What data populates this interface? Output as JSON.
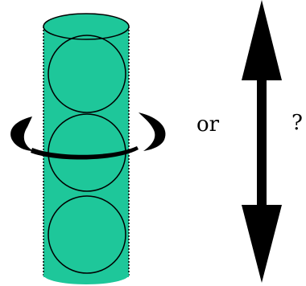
{
  "diagram": {
    "connector_text": "or",
    "question_mark": "?",
    "colors": {
      "cylinder_fill": "#1ec79a",
      "outline": "#000000",
      "background": "#ffffff"
    },
    "elements": [
      "cylinder",
      "stacked-spheres",
      "rotation-arrow",
      "vertical-double-arrow"
    ],
    "sphere_count": 3
  }
}
